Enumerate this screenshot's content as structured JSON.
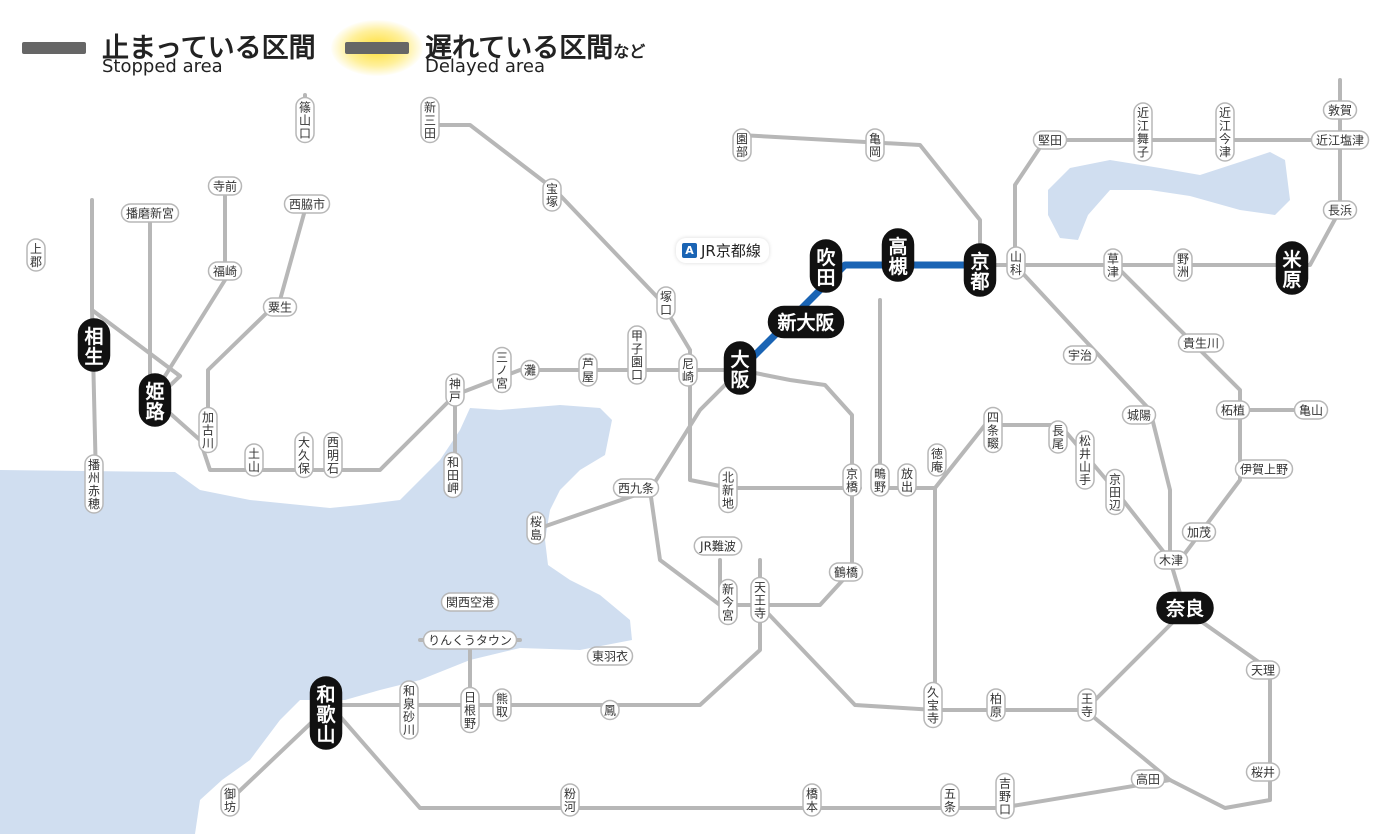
{
  "legend": {
    "stopped": {
      "jp": "止まっている区間",
      "en": "Stopped area",
      "color": "#666666"
    },
    "delayed": {
      "jp": "遅れている区間",
      "jp_suffix": "など",
      "en": "Delayed area",
      "color": "#666666",
      "glow": "#ffd21e"
    }
  },
  "line_badge": {
    "letter": "A",
    "name": "JR京都線",
    "color": "#1a64b4"
  },
  "colors": {
    "track": "#b7b7b7",
    "track_inner": "#d0d0d0",
    "water": "#d0def0",
    "highlight": "#1a64b4",
    "station_bg": "#ffffff",
    "major_bg": "#111111"
  },
  "stations": [
    {
      "id": "sasayamaguchi",
      "name": "篠山口",
      "v": true
    },
    {
      "id": "shinsanda",
      "name": "新三田",
      "v": true
    },
    {
      "id": "takarazuka",
      "name": "宝塚",
      "v": true
    },
    {
      "id": "sonobe",
      "name": "園部",
      "v": true
    },
    {
      "id": "kameoka",
      "name": "亀岡",
      "v": true
    },
    {
      "id": "katata",
      "name": "堅田",
      "v": false
    },
    {
      "id": "omimaiko",
      "name": "近江舞子",
      "v": true
    },
    {
      "id": "omiimazu",
      "name": "近江今津",
      "v": true
    },
    {
      "id": "tsuruga",
      "name": "敦賀",
      "v": false
    },
    {
      "id": "omishiotsu",
      "name": "近江塩津",
      "v": false
    },
    {
      "id": "nagahama",
      "name": "長浜",
      "v": false
    },
    {
      "id": "teramae",
      "name": "寺前",
      "v": false
    },
    {
      "id": "harimashingu",
      "name": "播磨新宮",
      "v": false
    },
    {
      "id": "nishiwakishi",
      "name": "西脇市",
      "v": false
    },
    {
      "id": "kamigori",
      "name": "上郡",
      "v": true
    },
    {
      "id": "fukusaki",
      "name": "福崎",
      "v": false
    },
    {
      "id": "yanase",
      "name": "粟生",
      "v": false
    },
    {
      "id": "aioi",
      "name": "相生",
      "v": true,
      "major": true
    },
    {
      "id": "himeji",
      "name": "姫路",
      "v": true,
      "major": true
    },
    {
      "id": "kakogawa",
      "name": "加古川",
      "v": true
    },
    {
      "id": "banshuako",
      "name": "播州赤穂",
      "v": true
    },
    {
      "id": "tsuchiyama",
      "name": "土山",
      "v": true
    },
    {
      "id": "okubo",
      "name": "大久保",
      "v": true
    },
    {
      "id": "nishiakashi",
      "name": "西明石",
      "v": true
    },
    {
      "id": "sannomiya",
      "name": "三ノ宮",
      "v": true
    },
    {
      "id": "nada",
      "name": "灘",
      "v": true
    },
    {
      "id": "ashiya",
      "name": "芦屋",
      "v": true
    },
    {
      "id": "koshienguchi",
      "name": "甲子園口",
      "v": true
    },
    {
      "id": "amagasaki",
      "name": "尼崎",
      "v": true
    },
    {
      "id": "tsukaguchi",
      "name": "塚口",
      "v": true
    },
    {
      "id": "kobe",
      "name": "神戸",
      "v": true
    },
    {
      "id": "wadamisaki",
      "name": "和田岬",
      "v": true
    },
    {
      "id": "osaka",
      "name": "大阪",
      "v": true,
      "major": true
    },
    {
      "id": "shinosaka",
      "name": "新大阪",
      "v": false,
      "major": true
    },
    {
      "id": "suita",
      "name": "吹田",
      "v": true,
      "major": true
    },
    {
      "id": "takatsuki",
      "name": "高槻",
      "v": true,
      "major": true
    },
    {
      "id": "kyoto",
      "name": "京都",
      "v": true,
      "major": true
    },
    {
      "id": "yamashina",
      "name": "山科",
      "v": true
    },
    {
      "id": "kusatsu",
      "name": "草津",
      "v": true
    },
    {
      "id": "yasu",
      "name": "野洲",
      "v": true
    },
    {
      "id": "maibara",
      "name": "米原",
      "v": true,
      "major": true
    },
    {
      "id": "uji",
      "name": "宇治",
      "v": false
    },
    {
      "id": "shigaraki",
      "name": "貴生川",
      "v": false
    },
    {
      "id": "tsuge",
      "name": "柘植",
      "v": false
    },
    {
      "id": "kameyama",
      "name": "亀山",
      "v": false
    },
    {
      "id": "joyo",
      "name": "城陽",
      "v": false
    },
    {
      "id": "igaueno",
      "name": "伊賀上野",
      "v": false
    },
    {
      "id": "kamo",
      "name": "加茂",
      "v": false
    },
    {
      "id": "kizu",
      "name": "木津",
      "v": false
    },
    {
      "id": "nara",
      "name": "奈良",
      "v": false,
      "major": true
    },
    {
      "id": "nishikujo",
      "name": "西九条",
      "v": false
    },
    {
      "id": "sakurajima",
      "name": "桜島",
      "v": true
    },
    {
      "id": "kitashinchi",
      "name": "北新地",
      "v": true
    },
    {
      "id": "kyobashi",
      "name": "京橋",
      "v": true
    },
    {
      "id": "shigino",
      "name": "鴫野",
      "v": true
    },
    {
      "id": "hanaten",
      "name": "放出",
      "v": true
    },
    {
      "id": "tokuan",
      "name": "徳庵",
      "v": true
    },
    {
      "id": "shijonawate",
      "name": "四条畷",
      "v": true
    },
    {
      "id": "nagao",
      "name": "長尾",
      "v": true
    },
    {
      "id": "matsuiyamate",
      "name": "松井山手",
      "v": true
    },
    {
      "id": "kyotanabe",
      "name": "京田辺",
      "v": true
    },
    {
      "id": "jrnamba",
      "name": "JR難波",
      "v": false
    },
    {
      "id": "shinimamiya",
      "name": "新今宮",
      "v": true
    },
    {
      "id": "tennoji",
      "name": "天王寺",
      "v": true
    },
    {
      "id": "tsuruhashi",
      "name": "鶴橋",
      "v": false
    },
    {
      "id": "kansaiairport",
      "name": "関西空港",
      "v": false
    },
    {
      "id": "rinkutown",
      "name": "りんくうタウン",
      "v": false
    },
    {
      "id": "higashihagoromo",
      "name": "東羽衣",
      "v": false
    },
    {
      "id": "otori",
      "name": "鳳",
      "v": true
    },
    {
      "id": "hineno",
      "name": "日根野",
      "v": true
    },
    {
      "id": "kumatori",
      "name": "熊取",
      "v": true
    },
    {
      "id": "izumisunagawa",
      "name": "和泉砂川",
      "v": true
    },
    {
      "id": "wakayama",
      "name": "和歌山",
      "v": true,
      "major": true
    },
    {
      "id": "gobo",
      "name": "御坊",
      "v": true
    },
    {
      "id": "kokawa",
      "name": "粉河",
      "v": true
    },
    {
      "id": "hashimoto",
      "name": "橋本",
      "v": true
    },
    {
      "id": "gojo",
      "name": "五条",
      "v": true
    },
    {
      "id": "yoshinoguchi",
      "name": "吉野口",
      "v": true
    },
    {
      "id": "takada",
      "name": "高田",
      "v": false
    },
    {
      "id": "oji",
      "name": "王寺",
      "v": true
    },
    {
      "id": "kashiwara",
      "name": "柏原",
      "v": true
    },
    {
      "id": "kyuhoji",
      "name": "久宝寺",
      "v": true
    },
    {
      "id": "tenri",
      "name": "天理",
      "v": false
    },
    {
      "id": "sakurai",
      "name": "桜井",
      "v": false
    }
  ]
}
